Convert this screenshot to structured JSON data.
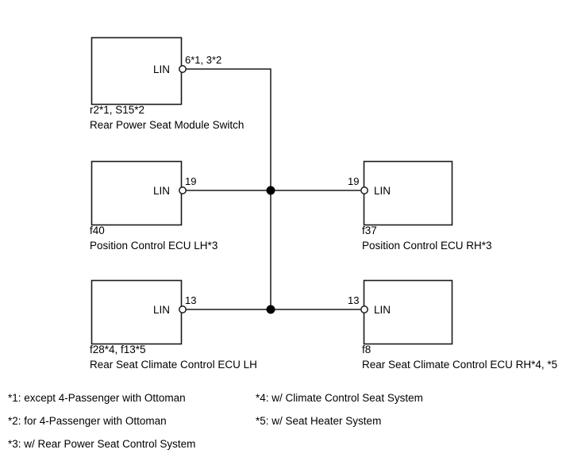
{
  "diagram": {
    "type": "lin-bus-wiring-diagram",
    "background_color": "#ffffff",
    "line_color": "#1a1a1a",
    "text_color": "#000000",
    "nodes": [
      {
        "id": "rear-power-seat-module-switch",
        "port_label": "LIN",
        "pin_label": "6*1, 3*2",
        "code": "r2*1, S15*2",
        "name": "Rear Power Seat Module Switch",
        "side": "left"
      },
      {
        "id": "position-control-ecu-lh",
        "port_label": "LIN",
        "pin_label": "19",
        "code": "f40",
        "name": "Position Control ECU LH*3",
        "side": "left"
      },
      {
        "id": "position-control-ecu-rh",
        "port_label": "LIN",
        "pin_label": "19",
        "code": "f37",
        "name": "Position Control ECU RH*3",
        "side": "right"
      },
      {
        "id": "rear-seat-climate-control-ecu-lh",
        "port_label": "LIN",
        "pin_label": "13",
        "code": "f28*4, f13*5",
        "name": "Rear Seat Climate Control ECU LH",
        "side": "left"
      },
      {
        "id": "rear-seat-climate-control-ecu-rh",
        "port_label": "LIN",
        "pin_label": "13",
        "code": "f8",
        "name": "Rear Seat Climate Control ECU RH*4, *5",
        "side": "right"
      }
    ]
  },
  "footnotes": {
    "column_left": [
      "*1: except 4-Passenger with Ottoman",
      "*2: for 4-Passenger with Ottoman",
      "*3: w/ Rear Power Seat Control System"
    ],
    "column_right": [
      "*4: w/ Climate Control Seat System",
      "*5: w/ Seat Heater System"
    ]
  }
}
